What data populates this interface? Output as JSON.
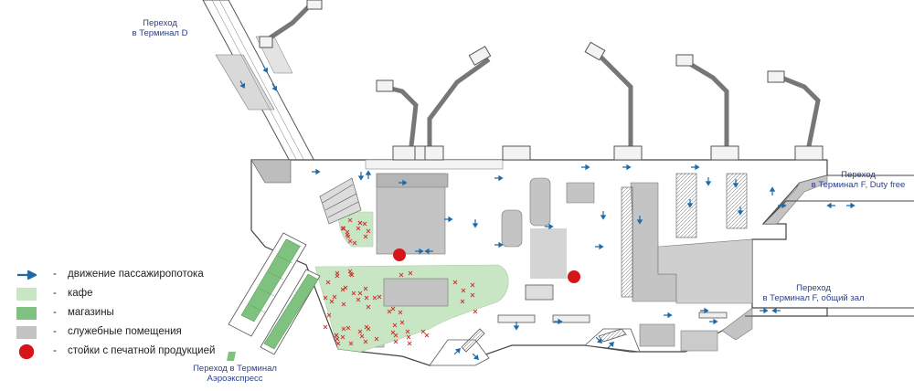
{
  "labels": {
    "terminal_d": "Переход\nв Терминал D",
    "terminal_f_duty": "Переход\nв Терминал F, Duty free",
    "terminal_f_hall": "Переход\nв Терминал F, общий зал",
    "aeroexpress": "Переход в Терминал\nАэроэкспресс"
  },
  "legend": [
    {
      "symbol": "arrow-icon",
      "dash": "-",
      "text": "движение пассажиропотока"
    },
    {
      "symbol": "cafe-swatch",
      "dash": "-",
      "text": "кафе"
    },
    {
      "symbol": "shops-swatch",
      "dash": "-",
      "text": "магазины"
    },
    {
      "symbol": "service-swatch",
      "dash": "-",
      "text": "служебные помещения"
    },
    {
      "symbol": "red-dot",
      "dash": "-",
      "text": "стойки с печатной продукцией"
    }
  ],
  "colors": {
    "flow_arrow": "#1f6aa8",
    "cafe": "#c9e6c4",
    "shops": "#7fc27f",
    "service": "#c4c4c4",
    "press_stand": "#d8141b",
    "label_text": "#2b3f86"
  }
}
